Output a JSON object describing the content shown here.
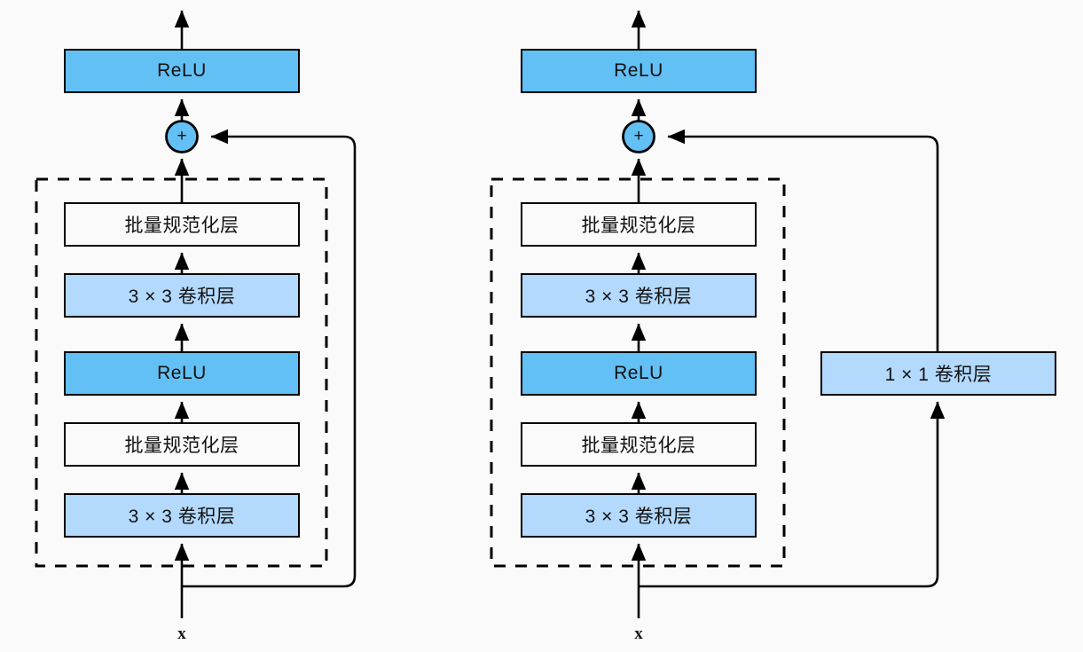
{
  "figure": {
    "title": "Residual block diagram",
    "background_color": "#fafafa",
    "line_color": "#000000"
  },
  "palette": {
    "relu_fill": "#63c0f5",
    "conv_fill": "#b3d9fd",
    "plain_fill": "#fafafa",
    "stroke": "#000000",
    "add_fill": "#63c0f5"
  },
  "blocks": [
    {
      "id": "left",
      "name": "residual-block-identity",
      "input_label": "x",
      "add_symbol": "+",
      "layers": [
        {
          "label": "3 × 3 卷积层",
          "style": "conv"
        },
        {
          "label": "批量规范化层",
          "style": "plain"
        },
        {
          "label": "ReLU",
          "style": "relu"
        },
        {
          "label": "3 × 3 卷积层",
          "style": "conv"
        },
        {
          "label": "批量规范化层",
          "style": "plain"
        }
      ],
      "output_activation": {
        "label": "ReLU",
        "style": "relu"
      },
      "shortcut": {
        "has_conv": false,
        "label": null
      }
    },
    {
      "id": "right",
      "name": "residual-block-projection",
      "input_label": "x",
      "add_symbol": "+",
      "layers": [
        {
          "label": "3 × 3 卷积层",
          "style": "conv"
        },
        {
          "label": "批量规范化层",
          "style": "plain"
        },
        {
          "label": "ReLU",
          "style": "relu"
        },
        {
          "label": "3 × 3 卷积层",
          "style": "conv"
        },
        {
          "label": "批量规范化层",
          "style": "plain"
        }
      ],
      "output_activation": {
        "label": "ReLU",
        "style": "relu"
      },
      "shortcut": {
        "has_conv": true,
        "label": "1 × 1 卷积层",
        "style": "conv"
      }
    }
  ]
}
